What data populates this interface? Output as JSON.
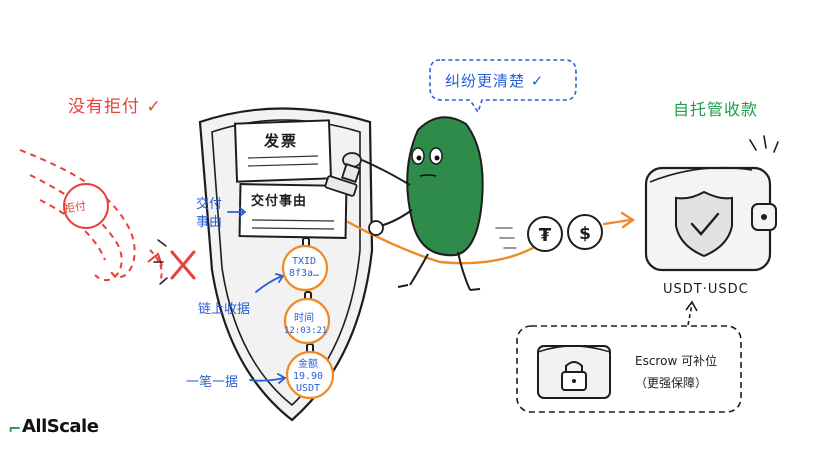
{
  "labels": {
    "no_chargeback": "没有拒付 ✓",
    "clearer": "纠纷更清楚 ✓",
    "self_custody": "自托管收款",
    "delivery": "交付\n事由",
    "onchain_receipt": "链上收据",
    "one_note": "一笔一据"
  },
  "document": {
    "title": "发票",
    "record": "交付事由"
  },
  "chargeback_circle": "拒付",
  "nodes": [
    {
      "line1": "TXID",
      "line2": "8f3a…",
      "line3": ""
    },
    {
      "line1": "时间",
      "line2": "12:03:21",
      "line3": ""
    },
    {
      "line1": "金额",
      "line2": "19.90",
      "line3": "USDT"
    }
  ],
  "wallet": {
    "currencies": "USDT·USDC"
  },
  "escrow": {
    "line1": "Escrow 可补位",
    "line2": "（更强保障）"
  },
  "brand": {
    "name": "AllScale"
  },
  "colors": {
    "red": "#e8413a",
    "blue": "#2b5fd9",
    "green": "#1f9d4c",
    "orange": "#f08a24",
    "character": "#2e8b4a"
  }
}
